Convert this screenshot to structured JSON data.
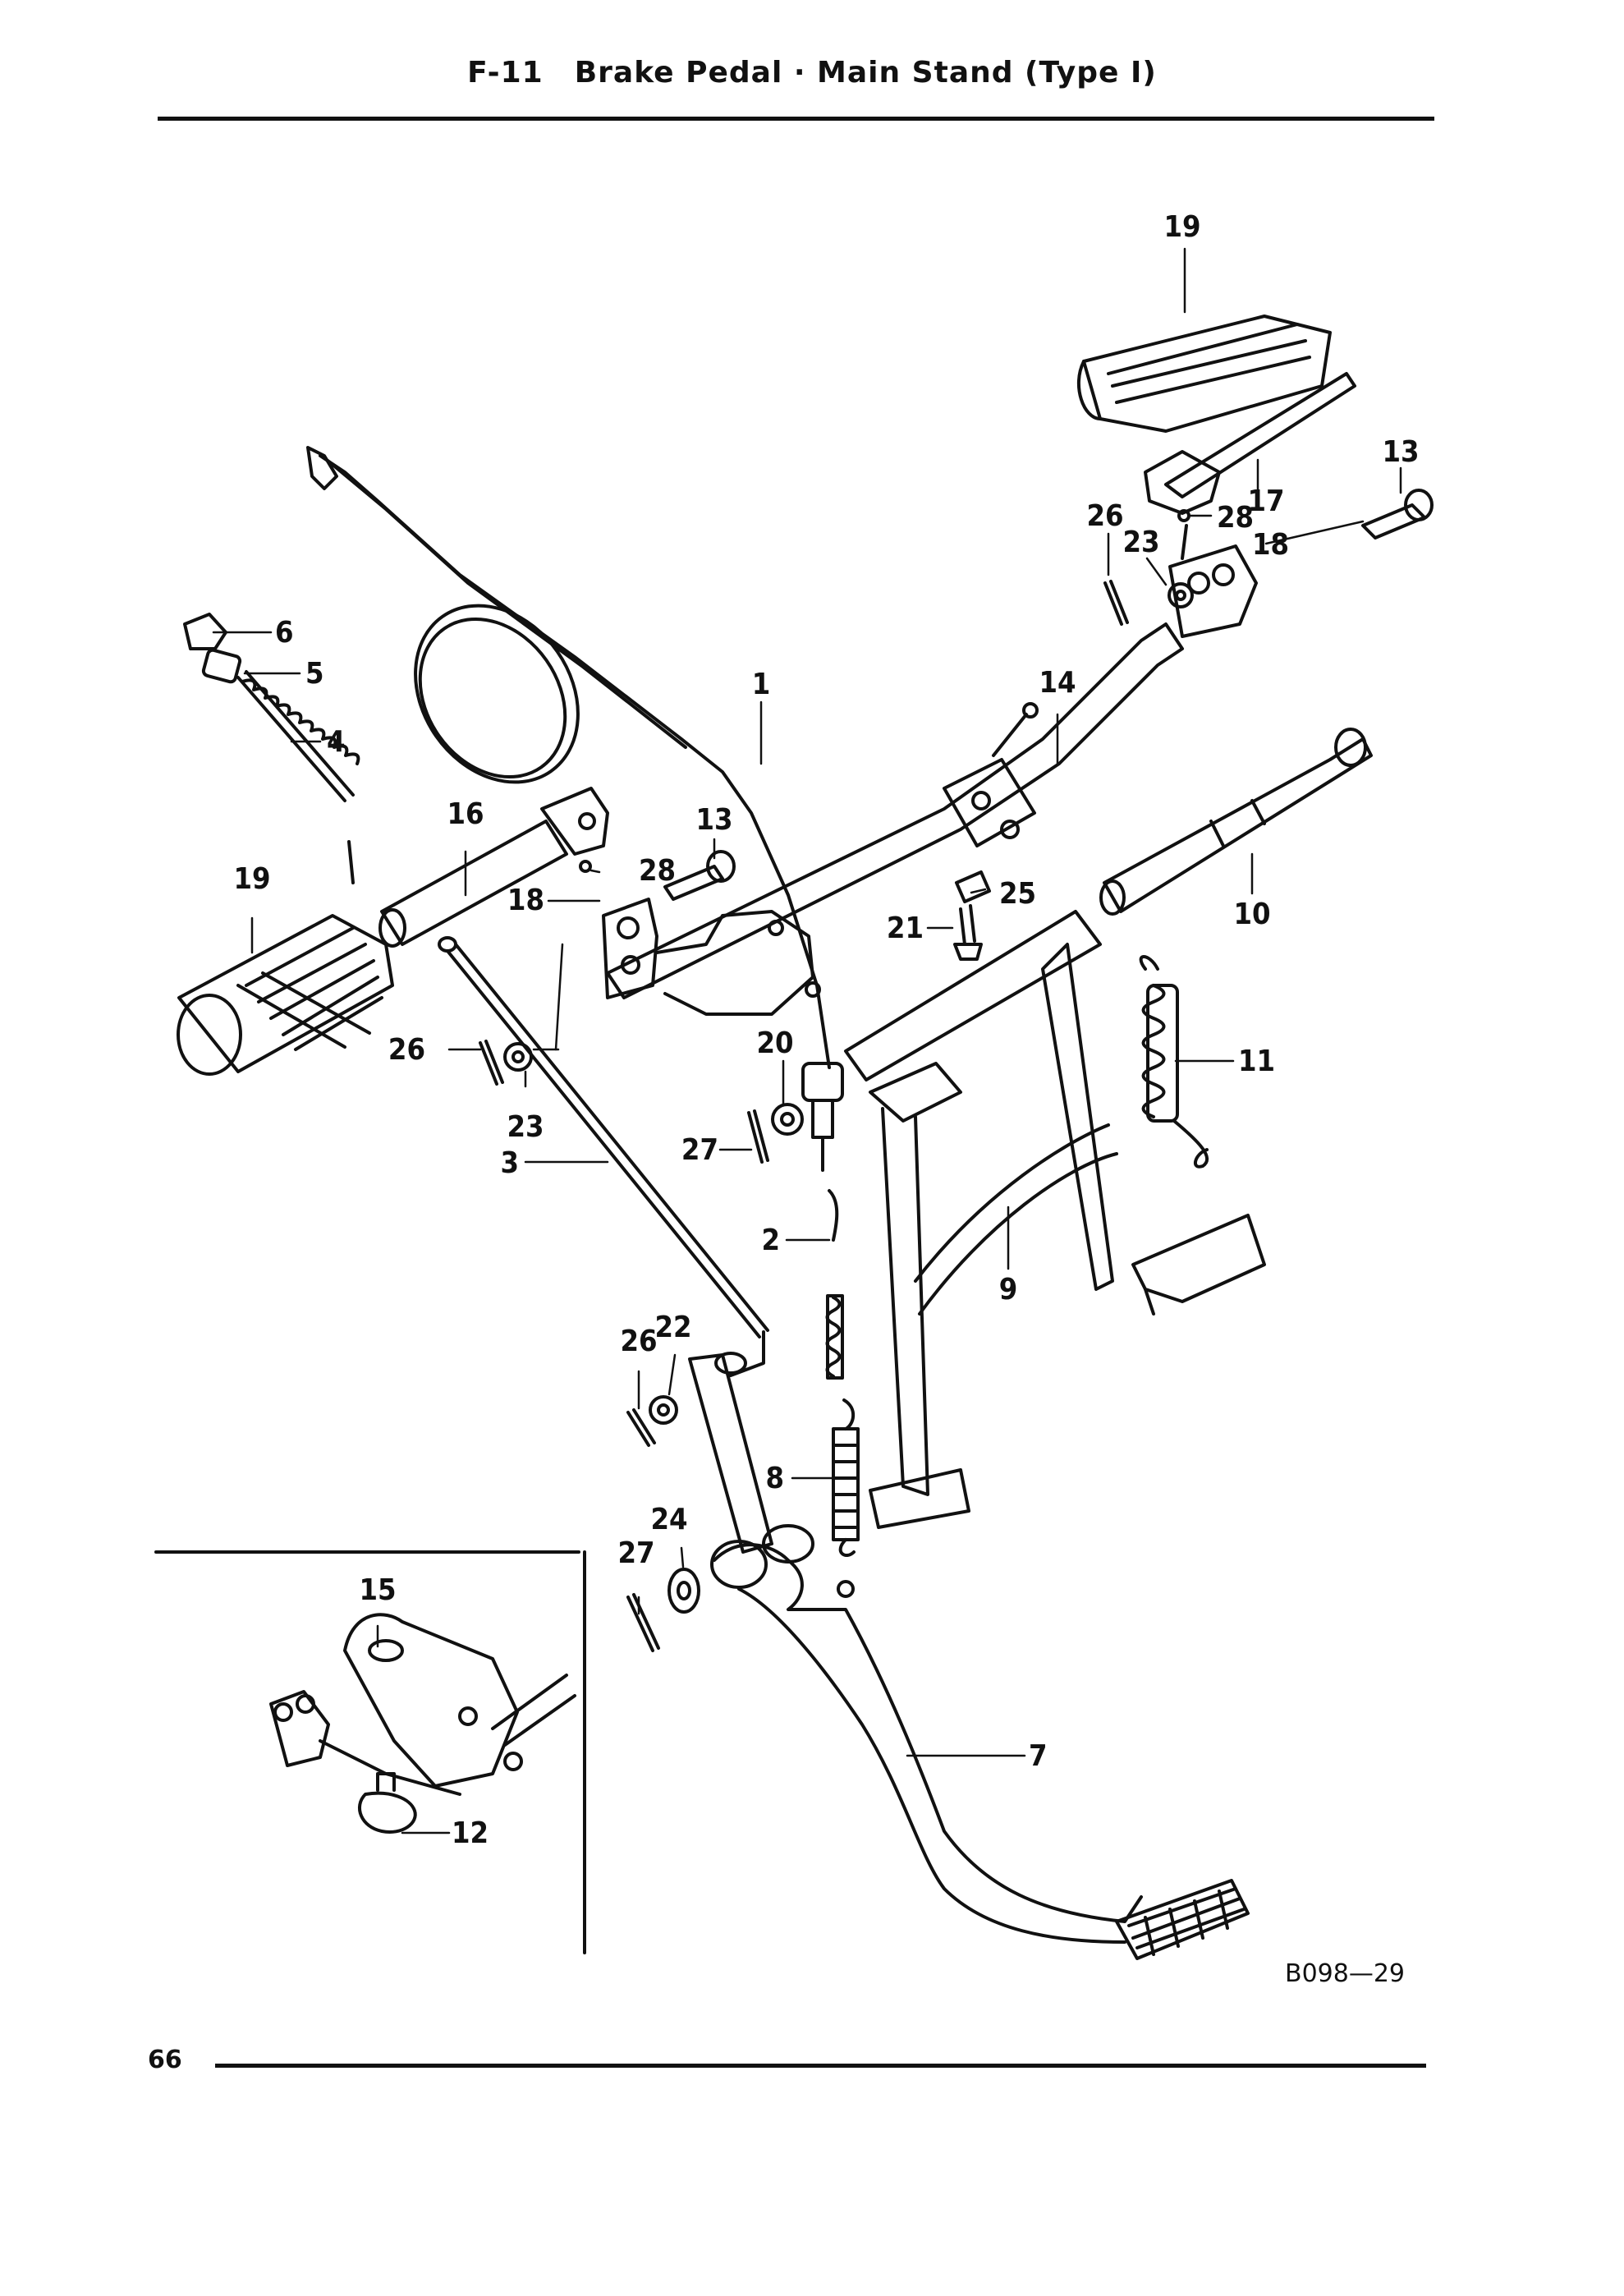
{
  "header": {
    "code": "F-11",
    "title": "Brake Pedal · Main Stand (Type I)"
  },
  "figure_ref": "B098—29",
  "page_number": "66",
  "callouts": {
    "c1": "1",
    "c2": "2",
    "c3": "3",
    "c4": "4",
    "c5": "5",
    "c6": "6",
    "c7": "7",
    "c8": "8",
    "c9": "9",
    "c10": "10",
    "c11": "11",
    "c12": "12",
    "c13a": "13",
    "c13b": "13",
    "c14": "14",
    "c15": "15",
    "c16": "16",
    "c17": "17",
    "c18a": "18",
    "c18b": "18",
    "c19a": "19",
    "c19b": "19",
    "c20": "20",
    "c21": "21",
    "c22": "22",
    "c23a": "23",
    "c23b": "23",
    "c24": "24",
    "c25": "25",
    "c26a": "26",
    "c26b": "26",
    "c26c": "26",
    "c27a": "27",
    "c27b": "27",
    "c28a": "28",
    "c28b": "28"
  }
}
